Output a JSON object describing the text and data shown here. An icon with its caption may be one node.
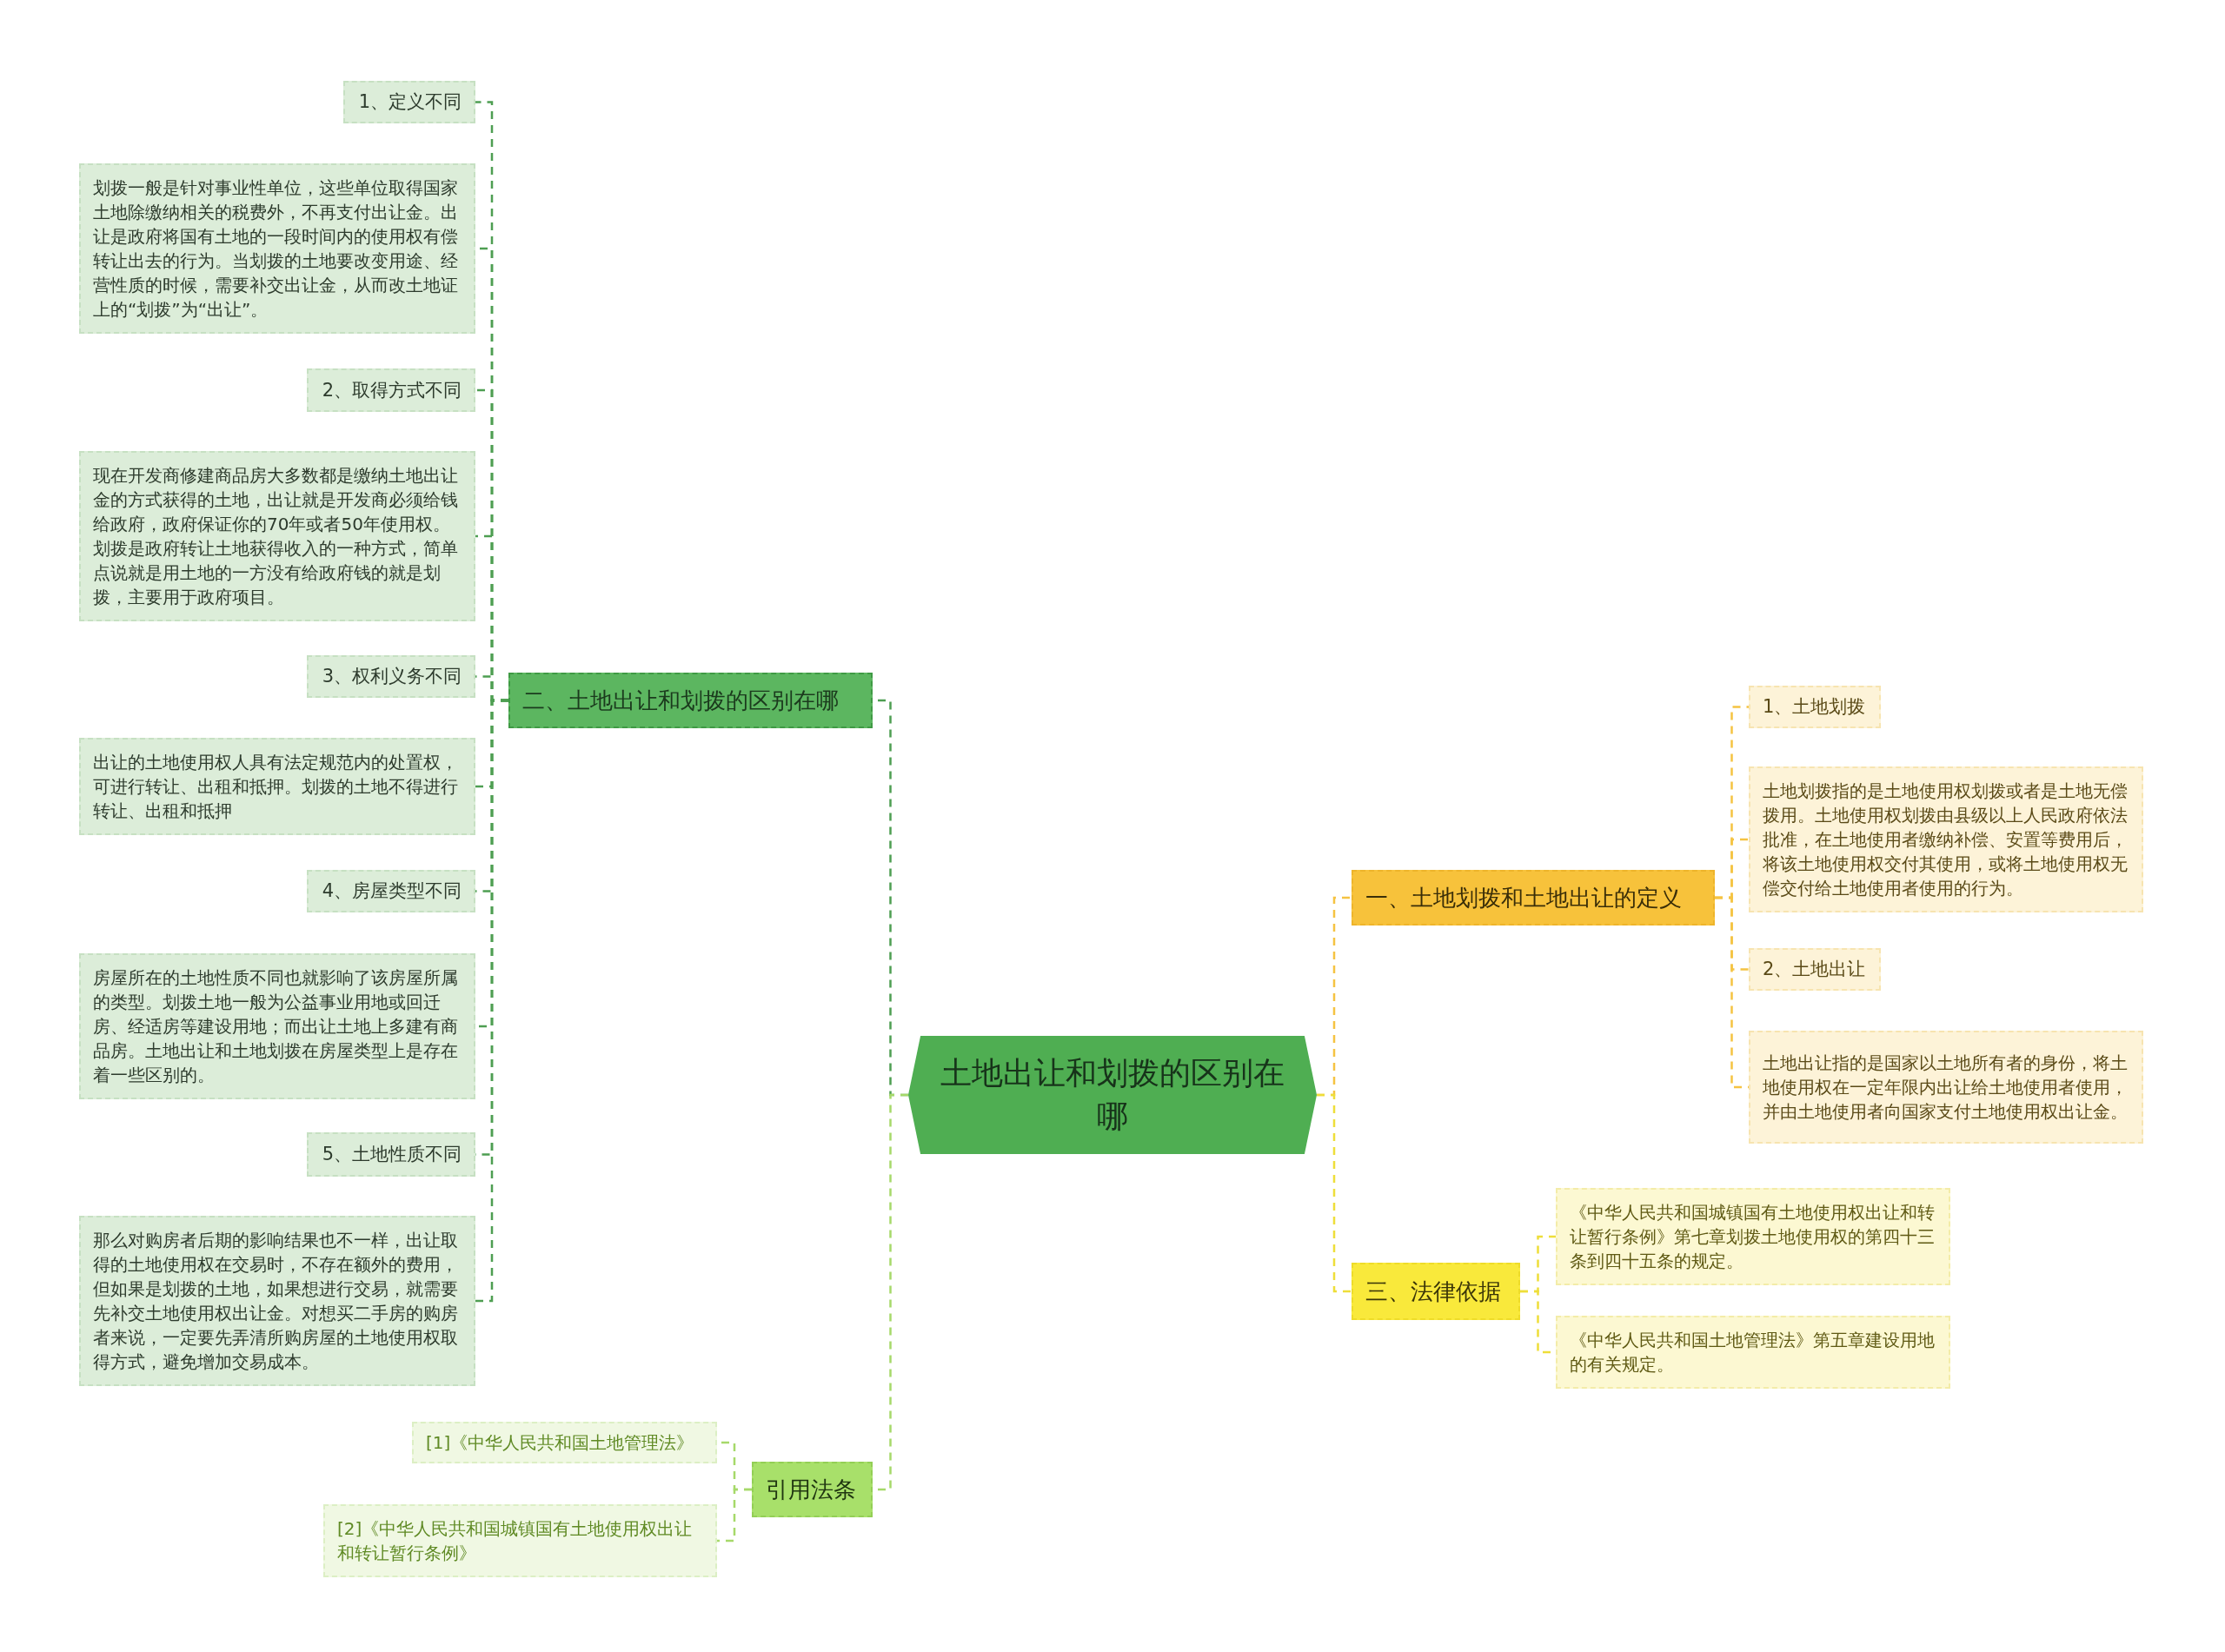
{
  "diagram": {
    "nodes": [
      {
        "text": [
          "土地出让和划拨的区别在哪"
        ]
      },
      {
        "text": [
          "二、土地出让和划拨的区别在哪"
        ]
      },
      {
        "text": [
          "1、定义不同"
        ]
      },
      {
        "text": [
          "划拨一般是针对事业性单位，这些单位取得国家土地除缴纳相关的税费外，不再支付出让金。出让是政府将国有土地的一段时间内的使用权有偿转让出去的行为。当划拨的土地要改变用途、经营性质的时候，需要补交出让金，从而改土地证上的“划拨”为“出让”。"
        ]
      },
      {
        "text": [
          "2、取得方式不同"
        ]
      },
      {
        "text": [
          "现在开发商修建商品房大多数都是缴纳土地出让金的方式获得的土地，出让就是开发商必须给钱给政府，政府保证你的70年或者50年使用权。划拨是政府转让土地获得收入的一种方式，简单点说就是用土地的一方没有给政府钱的就是划拨，主要用于政府项目。"
        ]
      },
      {
        "text": [
          "3、权利义务不同"
        ]
      },
      {
        "text": [
          "出让的土地使用权人具有法定规范内的处置权，可进行转让、出租和抵押。划拨的土地不得进行转让、出租和抵押"
        ]
      },
      {
        "text": [
          "4、房屋类型不同"
        ]
      },
      {
        "text": [
          "房屋所在的土地性质不同也就影响了该房屋所属的类型。划拨土地一般为公益事业用地或回迁房、经适房等建设用地；而出让土地上多建有商品房。土地出让和土地划拨在房屋类型上是存在着一些区别的。"
        ]
      },
      {
        "text": [
          "5、土地性质不同"
        ]
      },
      {
        "text": [
          "那么对购房者后期的影响结果也不一样，出让取得的土地使用权在交易时，不存在额外的费用，但如果是划拨的土地，如果想进行交易，就需要先补交土地使用权出让金。对想买二手房的购房者来说，一定要先弄清所购房屋的土地使用权取得方式，避免增加交易成本。"
        ]
      },
      {
        "text": [
          "一、土地划拨和土地出让的定义"
        ]
      },
      {
        "text": [
          "1、土地划拨"
        ]
      },
      {
        "text": [
          "土地划拨指的是土地使用权划拨或者是土地无偿拨用。土地使用权划拨由县级以上人民政府依法批准，在土地使用者缴纳补偿、安置等费用后，将该土地使用权交付其使用，或将土地使用权无偿交付给土地使用者使用的行为。"
        ]
      },
      {
        "text": [
          "2、土地出让"
        ]
      },
      {
        "text": [
          "土地出让指的是国家以土地所有者的身份，将土地使用权在一定年限内出让给土地使用者使用，并由土地使用者向国家支付土地使用权出让金。"
        ]
      },
      {
        "text": [
          "三、法律依据"
        ]
      },
      {
        "text": [
          "《中华人民共和国城镇国有土地使用权出让和转让暂行条例》第七章划拨土地使用权的第四十三条到四十五条的规定。"
        ]
      },
      {
        "text": [
          "《中华人民共和国土地管理法》第五章建设用地的有关规定。"
        ]
      },
      {
        "text": [
          "引用法条"
        ]
      },
      {
        "text": [
          "[1]《中华人民共和国土地管理法》"
        ]
      },
      {
        "text": [
          "[2]《中华人民共和国城镇国有土地使用权出让和转让暂行条例》"
        ]
      }
    ],
    "edges": [
      {
        "from": 0,
        "to": 1,
        "arrow": "none"
      },
      {
        "from": 1,
        "to": 2,
        "arrow": "none"
      },
      {
        "from": 1,
        "to": 3,
        "arrow": "none"
      },
      {
        "from": 1,
        "to": 4,
        "arrow": "none"
      },
      {
        "from": 1,
        "to": 5,
        "arrow": "none"
      },
      {
        "from": 1,
        "to": 6,
        "arrow": "none"
      },
      {
        "from": 1,
        "to": 7,
        "arrow": "none"
      },
      {
        "from": 1,
        "to": 8,
        "arrow": "none"
      },
      {
        "from": 1,
        "to": 9,
        "arrow": "none"
      },
      {
        "from": 1,
        "to": 10,
        "arrow": "none"
      },
      {
        "from": 1,
        "to": 11,
        "arrow": "none"
      },
      {
        "from": 0,
        "to": 12,
        "arrow": "none",
        "color": "#f5c342"
      },
      {
        "from": 12,
        "to": 13,
        "arrow": "none",
        "color": "#f5c342"
      },
      {
        "from": 12,
        "to": 14,
        "arrow": "none",
        "color": "#f5c342"
      },
      {
        "from": 12,
        "to": 15,
        "arrow": "none",
        "color": "#f5c342"
      },
      {
        "from": 12,
        "to": 16,
        "arrow": "none",
        "color": "#f5c342"
      },
      {
        "from": 0,
        "to": 17,
        "arrow": "none",
        "color": "#eede3a"
      },
      {
        "from": 17,
        "to": 18,
        "arrow": "none",
        "color": "#eede3a"
      },
      {
        "from": 17,
        "to": 19,
        "arrow": "none",
        "color": "#eede3a"
      },
      {
        "from": 0,
        "to": 20,
        "arrow": "none",
        "color": "#a6d96a"
      },
      {
        "from": 20,
        "to": 21,
        "arrow": "none",
        "color": "#a6d96a"
      },
      {
        "from": 20,
        "to": 22,
        "arrow": "none",
        "color": "#a6d96a"
      }
    ]
  }
}
